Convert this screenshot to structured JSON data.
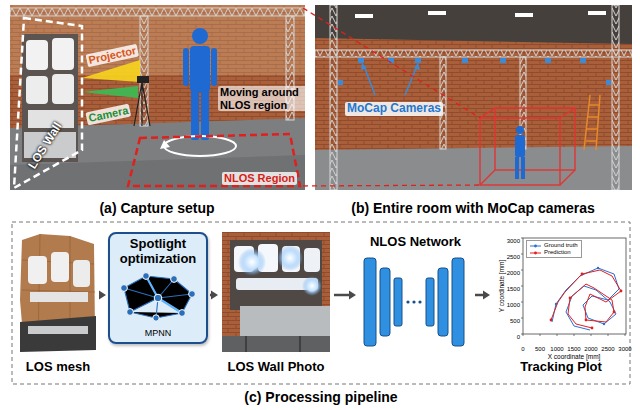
{
  "diagram": {
    "nodes": [
      {
        "text": [
          "LOS mesh"
        ]
      },
      {
        "text": [
          "Spotlight optimization",
          "MPNN"
        ]
      },
      {
        "text": [
          "LOS Wall Photo"
        ]
      },
      {
        "text": [
          "NLOS Network"
        ]
      },
      {
        "text": [
          "Tracking Plot"
        ]
      }
    ],
    "edges": [
      {
        "from": 0,
        "to": 1,
        "arrow": "to"
      },
      {
        "from": 1,
        "to": 2,
        "arrow": "to"
      },
      {
        "from": 2,
        "to": 3,
        "arrow": "to"
      },
      {
        "from": 3,
        "to": 4,
        "arrow": "to"
      }
    ],
    "labels": [
      "LOS Wall",
      "Projector",
      "Camera",
      "Moving around NLOS region",
      "NLOS Region",
      "(a) Capture setup",
      "MoCap Cameras",
      "(b) Entire room with MoCap cameras",
      "(c) Processing pipeline",
      "Y coordinate [mm]",
      "X coordinate [mm]",
      "0",
      "500",
      "1000",
      "1500",
      "2000",
      "2500",
      "3000",
      "0",
      "500",
      "1000",
      "1500",
      "2000",
      "2500",
      "3000"
    ],
    "legend": [
      {
        "text": "Ground truth"
      },
      {
        "text": "Prediction"
      }
    ]
  }
}
